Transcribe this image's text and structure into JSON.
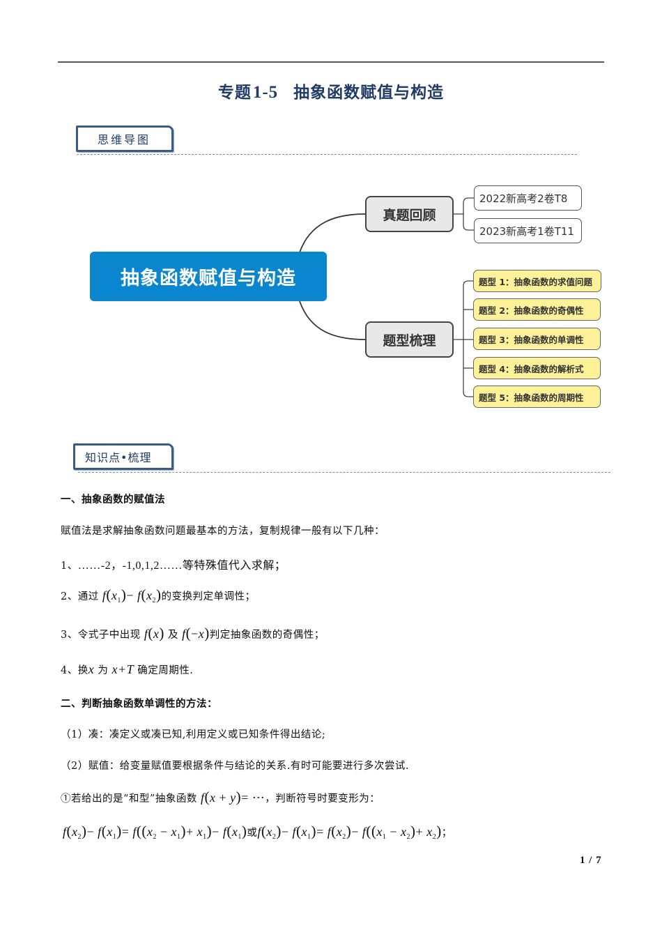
{
  "document": {
    "title_prefix": "专题",
    "title_number": "1-5",
    "title_text": "抽象函数赋值与构造",
    "page_indicator": "1 / 7"
  },
  "sections": {
    "mind_map_tag": "思维导图",
    "knowledge_tag": "知识点•梳理"
  },
  "mind_map": {
    "root": "抽象函数赋值与构造",
    "branches": [
      {
        "label": "真题回顾",
        "children": [
          "2022新高考2卷T8",
          "2023新高考1卷T11"
        ]
      },
      {
        "label": "题型梳理",
        "children": [
          "题型 1：抽象函数的求值问题",
          "题型 2：抽象函数的奇偶性",
          "题型 3：抽象函数的单调性",
          "题型 4：抽象函数的解析式",
          "题型 5：抽象函数的周期性"
        ]
      }
    ],
    "colors": {
      "root_fill": "#0a86cf",
      "branch_fill": "#e8e8e8",
      "type_fill": "#fdf29a"
    }
  },
  "content": {
    "h1": "一、抽象函数的赋值法",
    "intro": "赋值法是求解抽象函数问题最基本的方法，复制规律一般有以下几种：",
    "items": {
      "i1_label": "1、",
      "i1_text": "……-2，-1,0,1,2……等特殊值代入求解；",
      "i2_label": "2、通过",
      "i2_math": "f(x₁) − f(x₂)",
      "i2_tail": "的变换判定单调性；",
      "i3_label": "3、令式子中出现",
      "i3_math1": "f(x)",
      "i3_mid": "及",
      "i3_math2": "f(−x)",
      "i3_tail": "判定抽象函数的奇偶性；",
      "i4_label": "4、换",
      "i4_math1": "x",
      "i4_mid": "为",
      "i4_math2": "x+T",
      "i4_tail": "确定周期性."
    },
    "h2": "二、判断抽象函数单调性的方法：",
    "methods": [
      "（1）凑：凑定义或凑已知,利用定义或已知条件得出结论;",
      "（2）赋值：给变量赋值要根据条件与结论的关系.有时可能要进行多次尝试."
    ],
    "circle_item": {
      "label": "①若给出的是“和型”抽象函数",
      "math": "f(x + y) = ⋯",
      "tail": "，判断符号时要变形为："
    },
    "formula": {
      "left": "f(x₂) − f(x₁) = f((x₂ − x₁) + x₁) − f(x₁)",
      "or": "或",
      "right": "f(x₂) − f(x₁) = f(x₂) − f((x₁ − x₂) + x₂)",
      "end": "；"
    }
  }
}
